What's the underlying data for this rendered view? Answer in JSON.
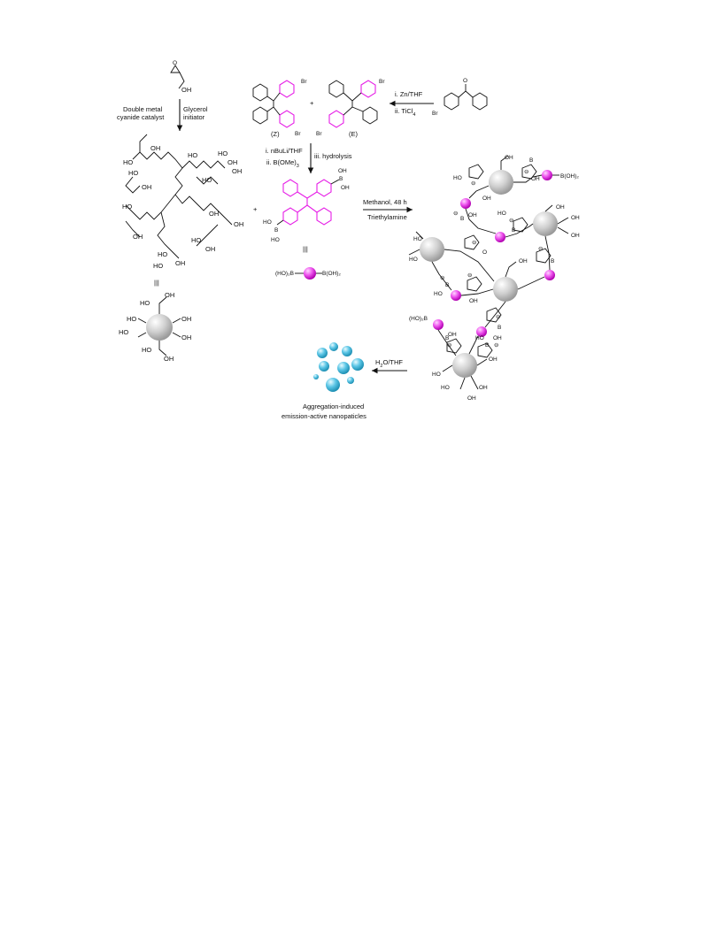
{
  "reagents": {
    "step1_a": "Double metal",
    "step1_b": "cyanide catalyst",
    "step1_c": "Glycerol",
    "step1_d": "initiator",
    "tpe_a": "i. Zn/THF",
    "tpe_b": "ii. TiCl",
    "tpe_b_sub": "4",
    "boron_a": "i. nBuLi/THF",
    "boron_b": "ii. B(OMe)",
    "boron_b_sub": "3",
    "boron_c": "iii. hydrolysis",
    "cond_a": "Methanol, 48 h",
    "cond_b": "Triethylamine",
    "np_a": "H",
    "np_a_sub": "2",
    "np_b": "O/THF"
  },
  "labels": {
    "plus1": "+",
    "plus2": "+",
    "isomer_z": "(Z)",
    "isomer_e": "(E)",
    "br": "Br",
    "oh": "OH",
    "ho": "HO",
    "o": "O",
    "b": "B",
    "ho2b": "(HO)₂B",
    "boh2": "B(OH)₂",
    "minus": "⊖",
    "equiv": "|||"
  },
  "caption": {
    "line1": "Aggregation-induced",
    "line2": "emission-active nanopaticles"
  },
  "colors": {
    "tpe_pink": "#e61ee6",
    "core_grey": "#c8c8c8",
    "nanoparticle_blue": "#5cc6e6"
  }
}
